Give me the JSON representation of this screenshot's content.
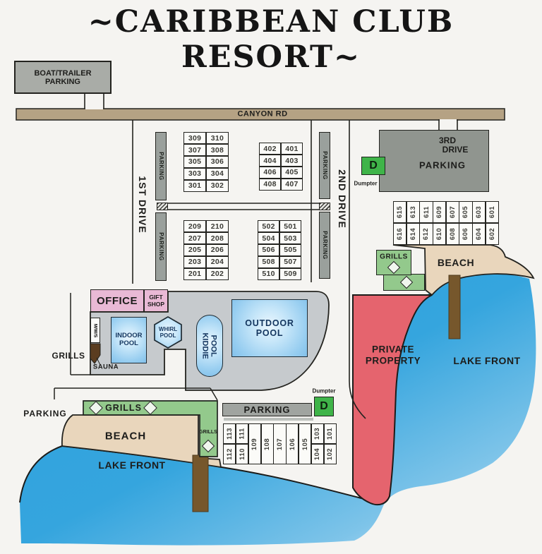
{
  "title": "~CARIBBEAN CLUB RESORT~",
  "roads": {
    "canyon": "CANYON RD",
    "first_drive": "1ST DRIVE",
    "second_drive": "2ND DRIVE",
    "parking_strip": "PARKING"
  },
  "boat_parking": {
    "line1": "BOAT/TRAILER",
    "line2": "PARKING"
  },
  "third_drive": {
    "line1": "3RD",
    "line2": "DRIVE",
    "line3": "PARKING"
  },
  "buildings": {
    "office": "OFFICE",
    "gift_shop_line1": "GIFT",
    "gift_shop_line2": "SHOP",
    "mws": "M/W/S",
    "sauna": "SAUNA"
  },
  "pools": {
    "indoor_line1": "INDOOR",
    "indoor_line2": "POOL",
    "whirl_line1": "WHIRL",
    "whirl_line2": "POOL",
    "kiddie_line1": "KIDDIE",
    "kiddie_line2": "POOL",
    "outdoor_line1": "OUTDOOR",
    "outdoor_line2": "POOL"
  },
  "amenities": {
    "grills_left_label": "GRILLS",
    "grills_strip": "GRILLS",
    "grills_small": "GRILLS",
    "grills_right": "GRILLS",
    "dumpster_d": "D",
    "dumpster_label": "Dumpter"
  },
  "areas": {
    "beach_left": "BEACH",
    "beach_right": "BEACH",
    "lake_front_left": "LAKE FRONT",
    "lake_front_right": "LAKE FRONT",
    "private_line1": "PRIVATE",
    "private_line2": "PROPERTY",
    "parking_left": "PARKING",
    "parking_bar": "PARKING"
  },
  "units": {
    "g300": [
      [
        "309",
        "310"
      ],
      [
        "307",
        "308"
      ],
      [
        "305",
        "306"
      ],
      [
        "303",
        "304"
      ],
      [
        "301",
        "302"
      ]
    ],
    "g400": [
      [
        "402",
        "401"
      ],
      [
        "404",
        "403"
      ],
      [
        "406",
        "405"
      ],
      [
        "408",
        "407"
      ]
    ],
    "g200": [
      [
        "209",
        "210"
      ],
      [
        "207",
        "208"
      ],
      [
        "205",
        "206"
      ],
      [
        "203",
        "204"
      ],
      [
        "201",
        "202"
      ]
    ],
    "g500": [
      [
        "502",
        "501"
      ],
      [
        "504",
        "503"
      ],
      [
        "506",
        "505"
      ],
      [
        "508",
        "507"
      ],
      [
        "510",
        "509"
      ]
    ],
    "g600": [
      [
        "615",
        "613",
        "611",
        "609",
        "607",
        "605",
        "603",
        "601"
      ],
      [
        "616",
        "614",
        "612",
        "610",
        "608",
        "606",
        "604",
        "602"
      ]
    ],
    "g100": [
      [
        "113",
        "112"
      ],
      [
        "111",
        "110"
      ],
      [
        "109"
      ],
      [
        "108"
      ],
      [
        "107"
      ],
      [
        "106"
      ],
      [
        "105"
      ],
      [
        "103",
        "104"
      ],
      [
        "101",
        "102"
      ]
    ]
  },
  "colors": {
    "water": "#2da1dc",
    "beach": "#e9d6bc",
    "grills_green": "#93c98c",
    "dumpster_green": "#3fb449",
    "road_tan": "#b5a284",
    "office_pink": "#e9b9d5",
    "private_red": "#e5646e",
    "building_gray": "#c6cacd",
    "parking_gray": "#9aa09c",
    "pier_brown": "#76572c"
  }
}
